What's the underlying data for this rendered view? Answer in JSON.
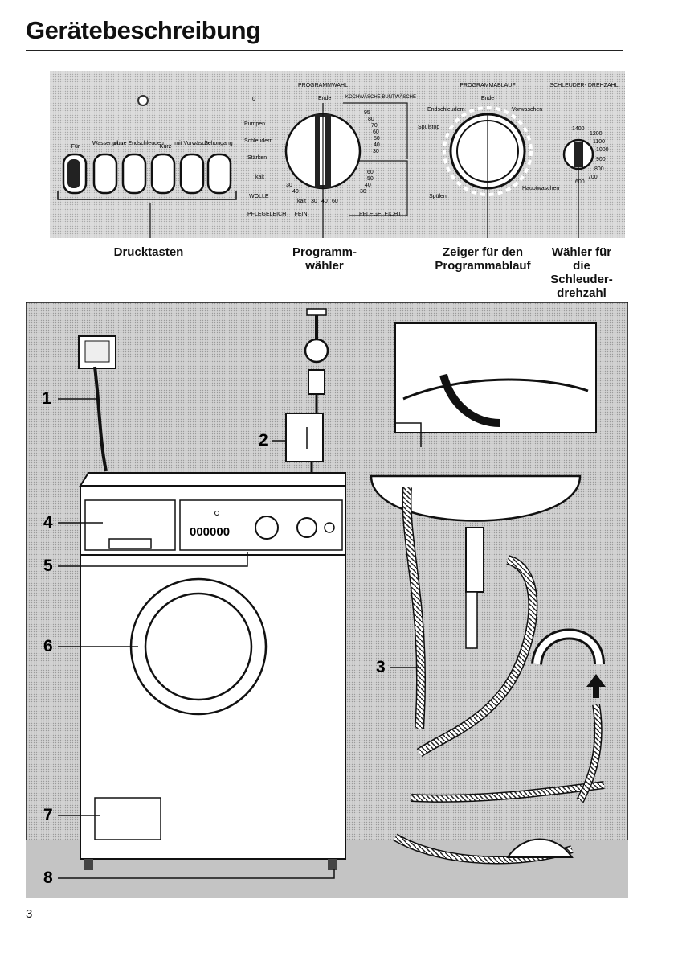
{
  "page": {
    "title": "Gerätebeschreibung",
    "page_number": "3"
  },
  "panel": {
    "buttons": [
      "Für",
      "Wasser plus",
      "ohne Endschleudern",
      "Kurz",
      "mit Vorwäsche",
      "Schongang"
    ],
    "program_select_label": "PROGRAMMWAHL",
    "program_left": [
      "0",
      "Pumpen",
      "Schleudern",
      "Stärken"
    ],
    "program_end": "Ende",
    "kochwaesche": "KOCHWÄSCHE BUNTWÄSCHE",
    "kochwaesche_temps": [
      "95",
      "80",
      "70",
      "60",
      "50",
      "40",
      "30"
    ],
    "pflegeleicht_temps": [
      "60",
      "50",
      "40",
      "30"
    ],
    "pflegeleicht_label": "PFLEGELEICHT",
    "wolle_label": "WOLLE",
    "kalt_label": "kalt",
    "wolle_temps": [
      "30",
      "40"
    ],
    "fein_label": "PFLEGELEICHT · FEIN",
    "fein_temps": [
      "kalt",
      "30",
      "40",
      "60"
    ],
    "progress_label": "PROGRAMMABLAUF",
    "progress_end": "Ende",
    "progress_steps": [
      "Endschleudern",
      "Vorwaschen",
      "Spülstop",
      "Spülen",
      "Hauptwaschen"
    ],
    "spin_label": "SCHLEUDER- DREHZAHL",
    "spin_speeds": [
      "1400",
      "1200",
      "1100",
      "1000",
      "900",
      "800",
      "700",
      "600"
    ]
  },
  "callouts": {
    "buttons": "Drucktasten",
    "program_select": "Programm- wähler",
    "progress": "Zeiger für den Programmablauf",
    "spin": "Wähler für die Schleuder- drehzahl"
  },
  "scene": {
    "labels": [
      "1",
      "2",
      "3",
      "4",
      "5",
      "6",
      "7",
      "8"
    ],
    "display_digits": "000000"
  }
}
